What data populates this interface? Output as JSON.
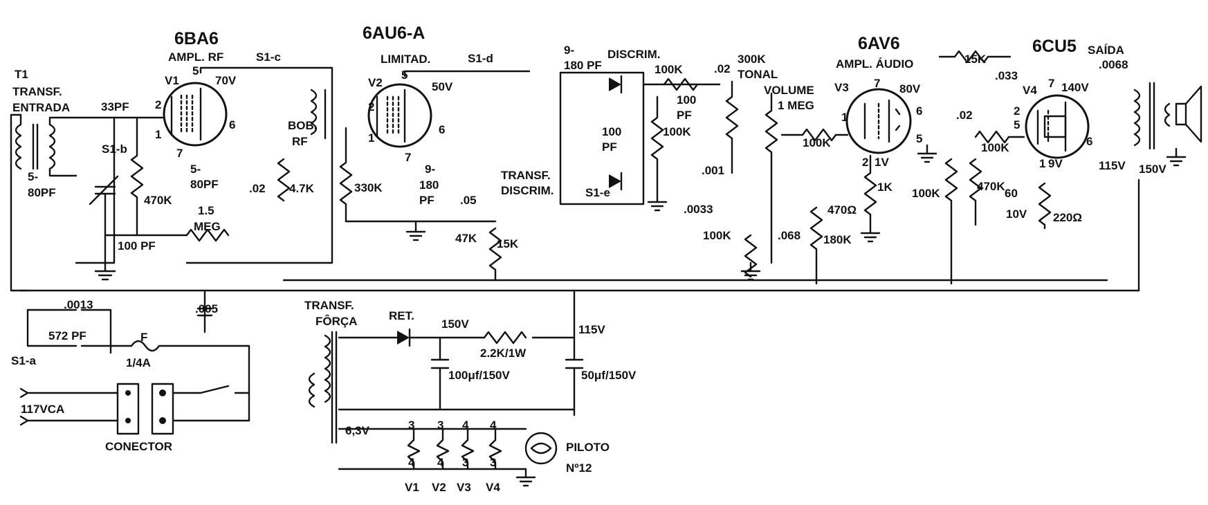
{
  "tubes": {
    "v1": {
      "type": "6BA6",
      "func": "AMPL. RF",
      "ref": "V1",
      "p5": "5",
      "p2": "2",
      "p1": "1",
      "p7": "7",
      "p6": "6",
      "volt": "70V"
    },
    "v2": {
      "type": "6AU6-A",
      "func": "LIMITAD.",
      "ref": "V2",
      "p5": "5",
      "p2": "2",
      "p1": "1",
      "p7": "7",
      "p6": "6",
      "volt": "50V"
    },
    "v3": {
      "type": "6AV6",
      "func": "AMPL. ÁUDIO",
      "ref": "V3",
      "p7": "7",
      "p1": "1",
      "p6": "6",
      "p5": "5",
      "p2": "2",
      "v_plate": "80V",
      "v_heater": "1V"
    },
    "v4": {
      "type": "6CU5",
      "func": "SAÍDA",
      "ref": "V4",
      "p7": "7",
      "p25a": "2",
      "p25b": "5",
      "p6": "6",
      "p1": "1",
      "v_plate": "140V",
      "v_cath": "9V",
      "v_screen": "115V"
    }
  },
  "labels": {
    "t1": "T1",
    "t1_l1": "TRANSF.",
    "t1_l2": "ENTRADA",
    "s1a": "S1-a",
    "s1b": "S1-b",
    "s1c": "S1-c",
    "s1d": "S1-d",
    "s1e": "S1-e",
    "bob_rf1": "BOB.",
    "bob_rf2": "RF",
    "discrim": "DISCRIM.",
    "transf_discrim1": "TRANSF.",
    "transf_discrim2": "DISCRIM.",
    "tonal1": "300K",
    "tonal2": "TONAL",
    "volume1": "VOLUME",
    "volume2": "1 MEG",
    "transf_forca1": "TRANSF.",
    "transf_forca2": "FÔRÇA",
    "ret": "RET.",
    "conector": "CONECTOR",
    "vca": "117VCA",
    "fuse": "F",
    "fuse_val": "1/4A",
    "piloto1": "PILOTO",
    "piloto2": "Nº12",
    "heater_v": "6,3V",
    "b150": "150V",
    "b115": "115V",
    "b150_out": "150V"
  },
  "components": {
    "c33pf": "33PF",
    "c5_80a1": "5-",
    "c5_80a2": "80PF",
    "c470k_a": "470K",
    "c100pf_a": "100 PF",
    "c5_80b1": "5-",
    "c5_80b2": "80PF",
    "r15meg1": "1.5",
    "r15meg2": "MEG",
    "c02a": ".02",
    "r47k": "4.7K",
    "r330k": "330K",
    "c9_180a1": "9-",
    "c9_180a2": "180",
    "c9_180a3": "PF",
    "c05": ".05",
    "r47k_b": "47K",
    "r15k": "15K",
    "c9_180b1": "9-",
    "c9_180b2": "180 PF",
    "c100pf_b1": "100",
    "c100pf_b2": "PF",
    "r100k_a": "100K",
    "c100pf_c1": "100",
    "c100pf_c2": "PF",
    "r100k_b": "100K",
    "c02b": ".02",
    "c001": ".001",
    "c0033": ".0033",
    "r100k_c": "100K",
    "c068": ".068",
    "r100k_d": "100K",
    "r470": "470Ω",
    "r180k": "180K",
    "r1k": "1K",
    "r15k_b": "15K",
    "c033": ".033",
    "c0068": ".0068",
    "c02c": ".02",
    "r100k_e": "100K",
    "r470k_b": "470K",
    "r100k_f": "100K",
    "c60_1": "60",
    "c60_2": "10V",
    "r220": "220Ω",
    "c0013": ".0013",
    "c572": "572 PF",
    "c005": ".005",
    "r22k": "2.2K/1W",
    "c100uf": "100μf/150V",
    "c50uf": "50μf/150V"
  },
  "heaters": {
    "cols": [
      {
        "tube": "V1",
        "top": "3",
        "bot": "4"
      },
      {
        "tube": "V2",
        "top": "3",
        "bot": "4"
      },
      {
        "tube": "V3",
        "top": "4",
        "bot": "3"
      },
      {
        "tube": "V4",
        "top": "4",
        "bot": "3"
      }
    ]
  }
}
